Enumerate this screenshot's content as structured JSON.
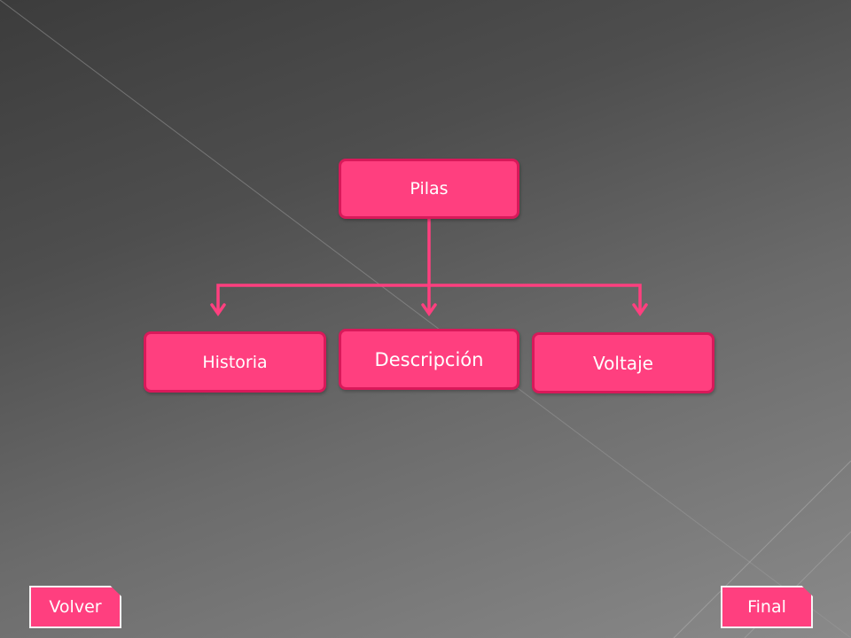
{
  "diagram": {
    "root": {
      "label": "Pilas"
    },
    "children": [
      {
        "label": "Historia"
      },
      {
        "label": "Descripción"
      },
      {
        "label": "Voltaje"
      }
    ]
  },
  "navigation": {
    "back_label": "Volver",
    "end_label": "Final"
  },
  "colors": {
    "node_fill": "#ff3f7f",
    "node_border": "#d9195a",
    "connector": "#ff3f7f",
    "background": "#4e4e4e"
  }
}
